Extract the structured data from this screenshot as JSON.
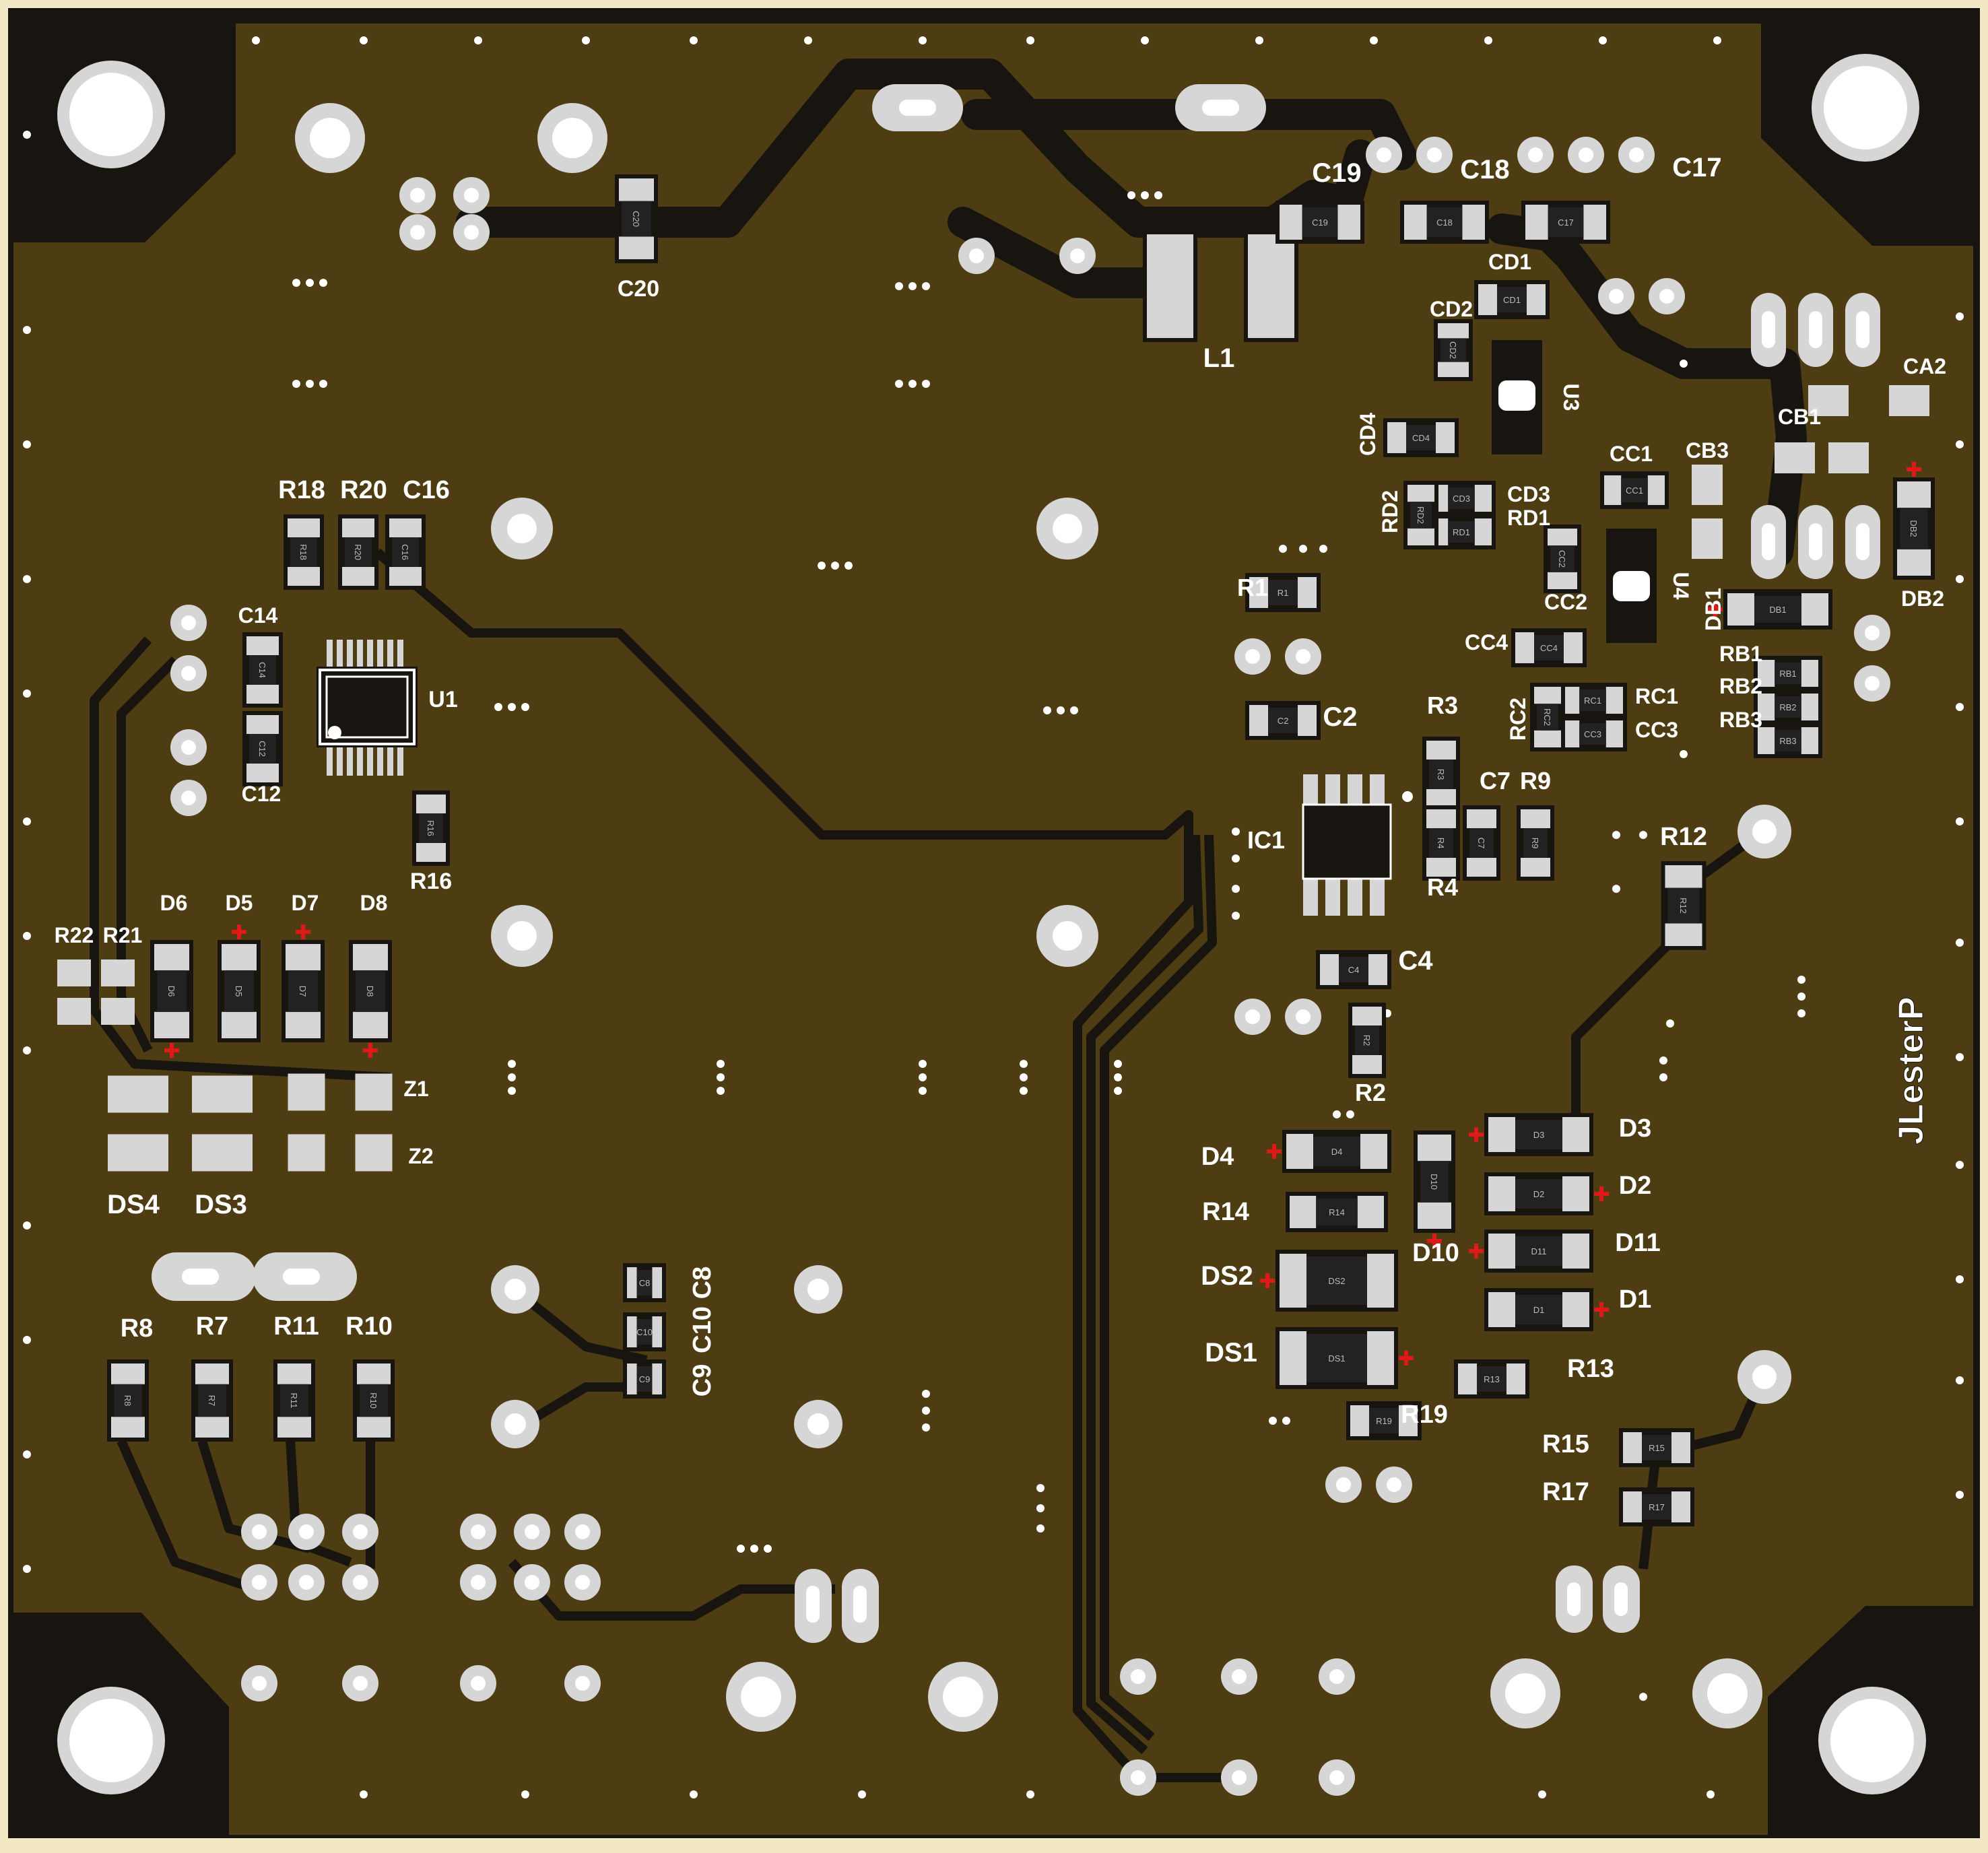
{
  "board": {
    "colors": {
      "background": "#ffffff",
      "board_edge": "#f2e9c4",
      "substrate": "#181510",
      "copper_fill": "#4e3d12",
      "trace": "#4e3d12",
      "pad": "#d6d6d6",
      "hole": "#ffffff",
      "silkscreen": "#ffffff",
      "polarity_mark": "#e01818"
    },
    "author_text": "JLesterP",
    "components": {
      "regulator": [
        "L1",
        "C17",
        "C18",
        "C19",
        "C20",
        "CA2",
        "CB1",
        "CB3",
        "DB1",
        "DB2",
        "RB1",
        "RB2",
        "RB3"
      ],
      "u3_block": [
        "U3",
        "CD1",
        "CD2",
        "CD3",
        "CD4",
        "RD1",
        "RD2"
      ],
      "u4_block": [
        "U4",
        "CC1",
        "CC2",
        "CC3",
        "CC4",
        "RC1",
        "RC2"
      ],
      "ic1_block": [
        "IC1",
        "C2",
        "C4",
        "C7",
        "R1",
        "R2",
        "R3",
        "R4",
        "R9",
        "R12"
      ],
      "u1_block": [
        "U1",
        "C12",
        "C14",
        "C16",
        "R16",
        "R18",
        "R20"
      ],
      "left_diodes": [
        "D5",
        "D6",
        "D7",
        "D8",
        "R21",
        "R22",
        "Z1",
        "Z2",
        "DS3",
        "DS4"
      ],
      "left_resistors": [
        "R7",
        "R8",
        "R10",
        "R11"
      ],
      "center_caps": [
        "C8",
        "C9",
        "C10"
      ],
      "right_diodes": [
        "D1",
        "D2",
        "D3",
        "D4",
        "D10",
        "D11",
        "DS1",
        "DS2",
        "R13",
        "R14",
        "R15",
        "R17",
        "R19"
      ]
    },
    "pad_labels": {
      "C20": "C20",
      "C19": "C19",
      "C18": "C18",
      "C17": "C17",
      "CD1": "CD1",
      "CD2": "CD2",
      "CD4": "CD4",
      "CD3": "CD3",
      "RD1": "RD1",
      "RD2": "RD2",
      "CC1": "CC1",
      "CC2": "CC2",
      "CC3": "CC3",
      "CC4": "CC4",
      "RC1": "RC1",
      "RC2": "RC2",
      "DB1": "DB1",
      "DB2": "DB2",
      "RB1": "RB1",
      "RB2": "RB2",
      "RB3": "RB3",
      "R1": "R1",
      "R2": "R2",
      "R3": "R3",
      "R4": "R4",
      "R9": "R9",
      "C7": "C7",
      "C2": "C2",
      "C4": "C4",
      "R12": "R12",
      "R18": "R18",
      "R20": "R20",
      "C16": "C16",
      "C14": "C14",
      "C12": "C12",
      "R16": "R16",
      "D6": "D6",
      "D5": "D5",
      "D7": "D7",
      "D8": "D8",
      "R8": "R8",
      "R7": "R7",
      "R11": "R11",
      "R10": "R10",
      "C8": "C8",
      "C10": "C10",
      "C9": "C9",
      "D4": "D4",
      "D10": "D10",
      "D3": "D3",
      "D2": "D2",
      "D11": "D11",
      "D1": "D1",
      "R14": "R14",
      "DS2": "DS2",
      "DS1": "DS1",
      "R13": "R13",
      "R19": "R19",
      "R15": "R15",
      "R17": "R17"
    }
  }
}
